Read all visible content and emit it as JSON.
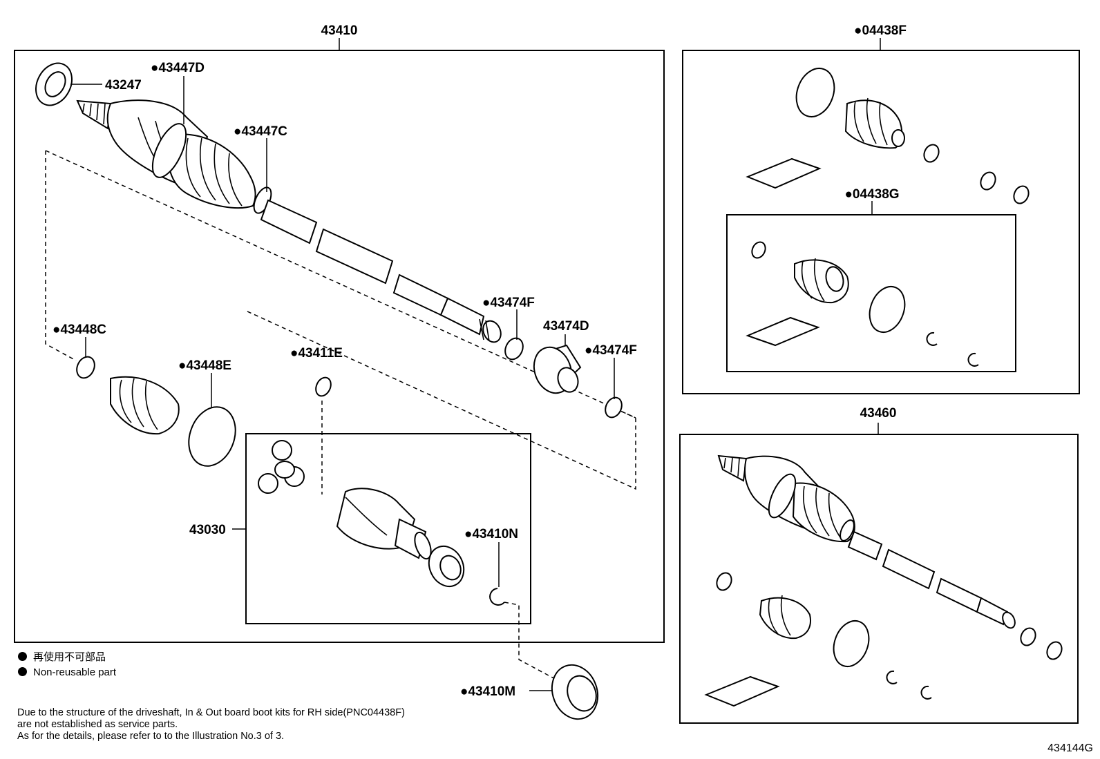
{
  "groups": {
    "main_assembly": "43410",
    "outboard_boot_kit": "●04438F",
    "inboard_boot_kit": "●04438G",
    "rh_assembly": "43460",
    "inboard_joint": "43030"
  },
  "parts": {
    "p43247": "43247",
    "p43447D": "●43447D",
    "p43447C": "●43447C",
    "p43474F_a": "●43474F",
    "p43474D": "43474D",
    "p43474F_b": "●43474F",
    "p43448C": "●43448C",
    "p43448E": "●43448E",
    "p43411E": "●43411E",
    "p43410N": "●43410N",
    "p43410M": "●43410M"
  },
  "legend": {
    "item_jp": "再使用不可部品",
    "item_en": "Non-reusable part"
  },
  "note": {
    "line1": "Due to the structure of the driveshaft, In & Out board  boot kits for RH side(PNC04438F)",
    "line2": "are not established as service parts.",
    "line3": "As for the details, please refer to to the Illustration No.3 of 3."
  },
  "figure_id": "434144G"
}
